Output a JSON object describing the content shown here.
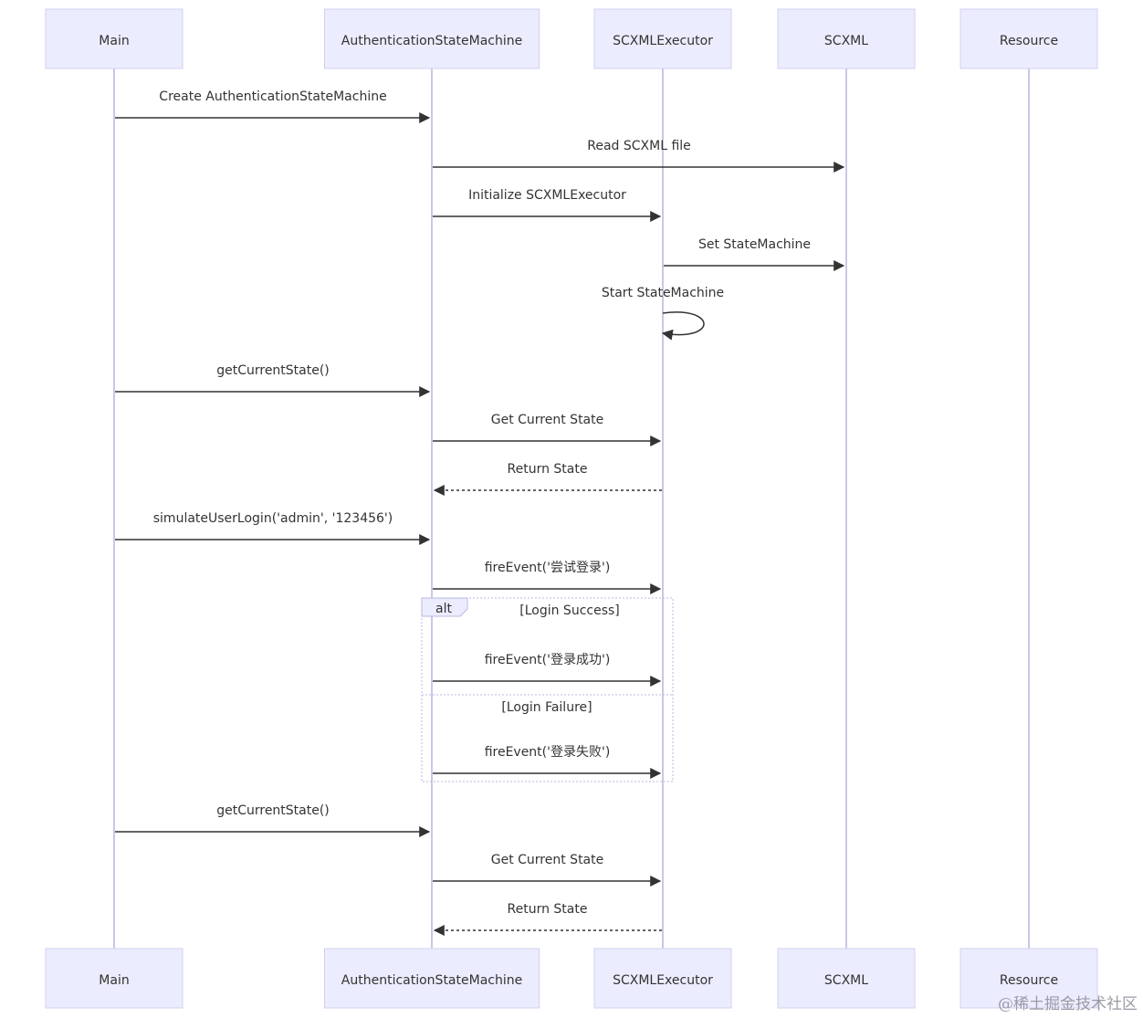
{
  "participants": [
    {
      "id": "main",
      "label": "Main"
    },
    {
      "id": "asm",
      "label": "AuthenticationStateMachine"
    },
    {
      "id": "exec",
      "label": "SCXMLExecutor"
    },
    {
      "id": "scxml",
      "label": "SCXML"
    },
    {
      "id": "res",
      "label": "Resource"
    }
  ],
  "messages": [
    {
      "from": "main",
      "to": "asm",
      "label": "Create AuthenticationStateMachine",
      "style": "solid"
    },
    {
      "from": "asm",
      "to": "scxml",
      "label": "Read SCXML file",
      "style": "solid"
    },
    {
      "from": "asm",
      "to": "exec",
      "label": "Initialize SCXMLExecutor",
      "style": "solid"
    },
    {
      "from": "exec",
      "to": "scxml",
      "label": "Set StateMachine",
      "style": "solid"
    },
    {
      "from": "exec",
      "to": "exec",
      "label": "Start StateMachine",
      "style": "self"
    },
    {
      "from": "main",
      "to": "asm",
      "label": "getCurrentState()",
      "style": "solid"
    },
    {
      "from": "asm",
      "to": "exec",
      "label": "Get Current State",
      "style": "solid"
    },
    {
      "from": "exec",
      "to": "asm",
      "label": "Return State",
      "style": "dashed"
    },
    {
      "from": "main",
      "to": "asm",
      "label": "simulateUserLogin('admin', '123456')",
      "style": "solid"
    },
    {
      "from": "asm",
      "to": "exec",
      "label": "fireEvent('尝试登录')",
      "style": "solid"
    },
    {
      "from": "asm",
      "to": "exec",
      "label": "fireEvent('登录成功')",
      "style": "solid"
    },
    {
      "from": "asm",
      "to": "exec",
      "label": "fireEvent('登录失败')",
      "style": "solid"
    },
    {
      "from": "main",
      "to": "asm",
      "label": "getCurrentState()",
      "style": "solid"
    },
    {
      "from": "asm",
      "to": "exec",
      "label": "Get Current State",
      "style": "solid"
    },
    {
      "from": "exec",
      "to": "asm",
      "label": "Return State",
      "style": "dashed"
    }
  ],
  "alt_block": {
    "keyword": "alt",
    "conditions": [
      "[Login Success]",
      "[Login Failure]"
    ]
  },
  "watermark": "@稀土掘金技术社区",
  "colors": {
    "actor_fill": "#ececff",
    "actor_stroke": "#d0d0f0",
    "lifeline": "#c8c8e8",
    "line": "#333333"
  }
}
